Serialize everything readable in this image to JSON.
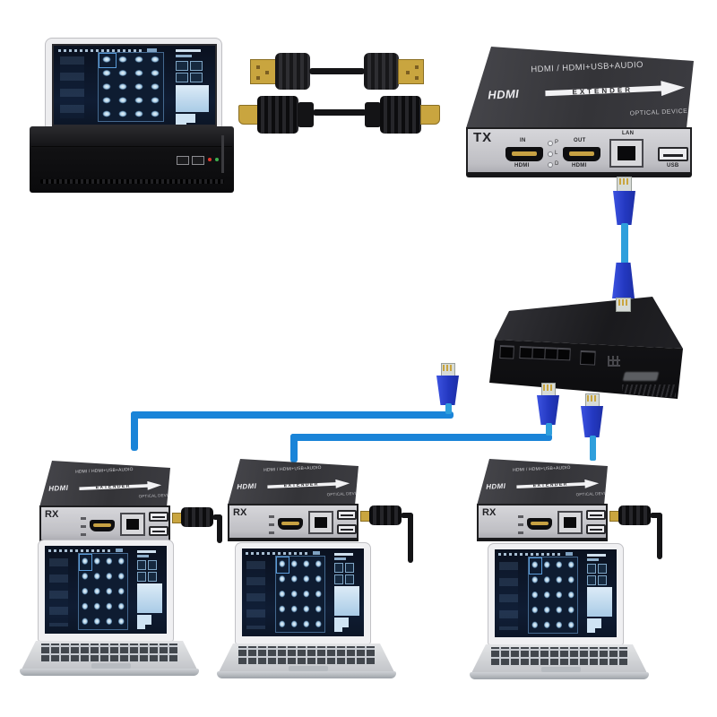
{
  "extender": {
    "model": "HDMI / HDMI+USB+AUDIO",
    "brand": "HDMI",
    "arrow_label": "EXTENDER",
    "tagline": "OPTICAL DEVICE"
  },
  "tx": {
    "label": "TX",
    "leds": [
      "P",
      "L",
      "D"
    ],
    "ports": {
      "in": "IN",
      "in_type": "HDMI",
      "out": "OUT",
      "out_type": "HDMI",
      "lan": "LAN",
      "usb": "USB"
    }
  },
  "receivers": [
    {
      "label": "RX"
    },
    {
      "label": "RX"
    },
    {
      "label": "RX"
    }
  ],
  "colors": {
    "ethernet_line": "#1a84d8",
    "plug_boot": "#2b41d2",
    "connector_gold": "#c9a53f",
    "chassis_dark": "#37373b",
    "panel_light": "#c9c9cd",
    "screen_blue": "#aacce6"
  }
}
